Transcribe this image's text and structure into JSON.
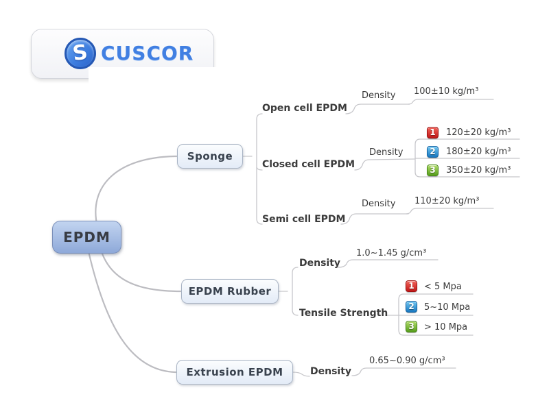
{
  "logo": {
    "brand": "CUSCOR",
    "icon_letter": "S"
  },
  "colors": {
    "root_fill_top": "#c2d4f0",
    "root_fill_bottom": "#8ea9d9",
    "branch_fill": "#e3ebf7",
    "line": "#c7c7cb",
    "badge_red": "#c11818",
    "badge_blue": "#1878c0",
    "badge_green": "#569e1c",
    "brand_blue": "#417fe2"
  },
  "root": {
    "label": "EPDM"
  },
  "branches": {
    "sponge": {
      "label": "Sponge",
      "children": {
        "open_cell": {
          "label": "Open cell EPDM",
          "attr": "Density",
          "value": "100±10 kg/m³"
        },
        "closed_cell": {
          "label": "Closed cell EPDM",
          "attr": "Density",
          "values": [
            {
              "rank": "1",
              "value": "120±20 kg/m³"
            },
            {
              "rank": "2",
              "value": "180±20 kg/m³"
            },
            {
              "rank": "3",
              "value": "350±20 kg/m³"
            }
          ]
        },
        "semi_cell": {
          "label": "Semi cell EPDM",
          "attr": "Density",
          "value": "110±20 kg/m³"
        }
      }
    },
    "rubber": {
      "label": "EPDM Rubber",
      "density": {
        "label": "Density",
        "value": "1.0~1.45 g/cm³"
      },
      "tensile": {
        "label": "Tensile Strength",
        "values": [
          {
            "rank": "1",
            "value": "< 5 Mpa"
          },
          {
            "rank": "2",
            "value": "5~10 Mpa"
          },
          {
            "rank": "3",
            "value": "> 10 Mpa"
          }
        ]
      }
    },
    "extrusion": {
      "label": "Extrusion EPDM",
      "density": {
        "label": "Density",
        "value": "0.65~0.90 g/cm³"
      }
    }
  }
}
